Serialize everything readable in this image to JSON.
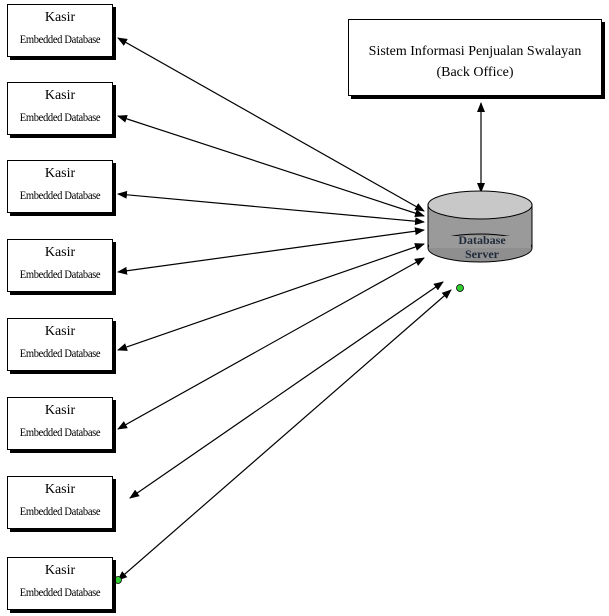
{
  "clients": [
    {
      "title": "Kasir",
      "subtitle": "Embedded Database"
    },
    {
      "title": "Kasir",
      "subtitle": "Embedded Database"
    },
    {
      "title": "Kasir",
      "subtitle": "Embedded Database"
    },
    {
      "title": "Kasir",
      "subtitle": "Embedded Database"
    },
    {
      "title": "Kasir",
      "subtitle": "Embedded Database"
    },
    {
      "title": "Kasir",
      "subtitle": "Embedded Database"
    },
    {
      "title": "Kasir",
      "subtitle": "Embedded Database"
    },
    {
      "title": "Kasir",
      "subtitle": "Embedded Database"
    }
  ],
  "back_office": {
    "line1": "Sistem Informasi Penjualan Swalayan",
    "line2": "(Back Office)"
  },
  "database_server": {
    "line1": "Database",
    "line2": "Server",
    "color": "#a9a9a9"
  },
  "selection_handle_color": "#33cc33"
}
